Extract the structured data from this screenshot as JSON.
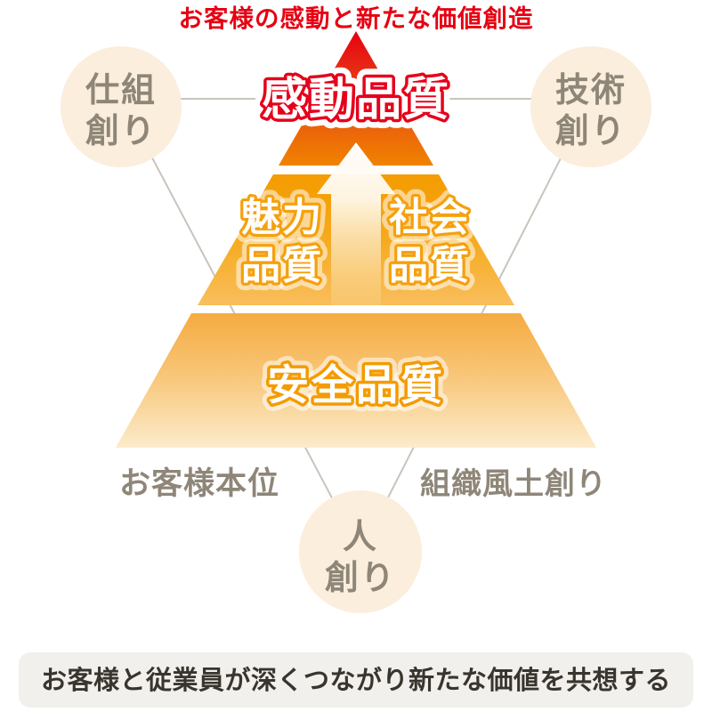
{
  "title": "お客様の感動と新たな価値創造",
  "pyramid": {
    "top": {
      "label": "感動品質"
    },
    "middle": {
      "left": {
        "line1": "魅力",
        "line2": "品質"
      },
      "right": {
        "line1": "社会",
        "line2": "品質"
      }
    },
    "base": {
      "label": "安全品質"
    },
    "arrow": "up-arrow"
  },
  "circles": {
    "top_left": {
      "line1": "仕組",
      "line2": "創り"
    },
    "top_right": {
      "line1": "技術",
      "line2": "創り"
    },
    "bottom": {
      "line1": "人",
      "line2": "創り"
    }
  },
  "side_labels": {
    "left": "お客様本位",
    "right": "組織風土創り"
  },
  "banner": {
    "text": "お客様と従業員が深くつながり新たな価値を共想する"
  },
  "colors": {
    "accent_red": "#E60012",
    "top_gradient_start": "#E60012",
    "top_gradient_end": "#F08300",
    "mid_gradient_start": "#F49B00",
    "mid_gradient_end": "#F9BE5C",
    "base_gradient_start": "#F5AB40",
    "base_gradient_end": "#FCEBCB",
    "circle_fill": "#FBEEDC",
    "gray_text": "#8E8678",
    "connector_line": "#C8C4BD",
    "banner_bg": "#F2F0EC",
    "banner_text": "#39352E"
  }
}
